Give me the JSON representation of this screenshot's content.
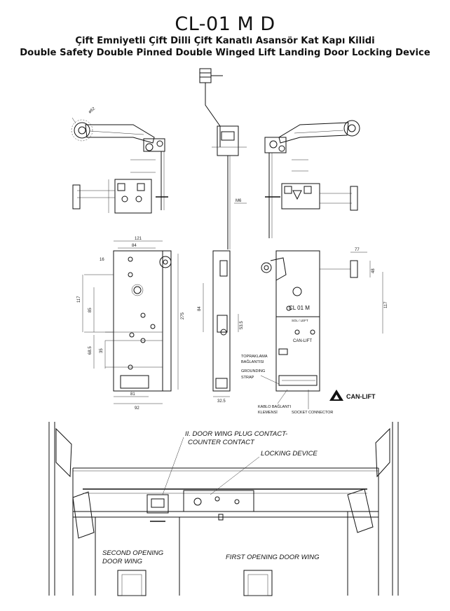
{
  "header": {
    "title": "CL-01 M D",
    "subtitle_tr": "Çift Emniyetli Çift Dilli Çift Kanatlı Asansör Kat Kapı Kilidi",
    "subtitle_en": "Double Safety Double Pinned Double Winged Lift Landing Door Locking Device"
  },
  "dimensions": {
    "phi": "ø62",
    "d121": "121",
    "d84": "84",
    "d16": "16",
    "d117": "117",
    "d85": "85",
    "d275": "275",
    "d685": "68.5",
    "d35": "35",
    "d81": "81",
    "d92": "92",
    "m6": "M6",
    "d84b": "84",
    "d535": "53.5",
    "d325": "32.5",
    "d77": "77",
    "d48": "48",
    "d117b": "117"
  },
  "device": {
    "model_label": "CL 01 M",
    "side_label": "SOL / LEFT",
    "brand": "CAN-LIFT",
    "ground_tr": [
      "TOPRAKLAMA",
      "BAĞLANTISI"
    ],
    "ground_en": [
      "GROUNDING",
      "STRAP"
    ],
    "cable_tr": [
      "KABLO BAĞLANTI",
      "KLEMENSİ"
    ],
    "cable_en": "SOCKET CONNECTOR"
  },
  "logo": {
    "text": "CAN-LIFT"
  },
  "assembly": {
    "plug_contact": [
      "II. DOOR WING PLUG CONTACT-",
      "COUNTER CONTACT"
    ],
    "locking_device": "LOCKING DEVICE",
    "second_wing": [
      "SECOND OPENING",
      "DOOR WING"
    ],
    "first_wing": "FIRST OPENING DOOR WING"
  }
}
